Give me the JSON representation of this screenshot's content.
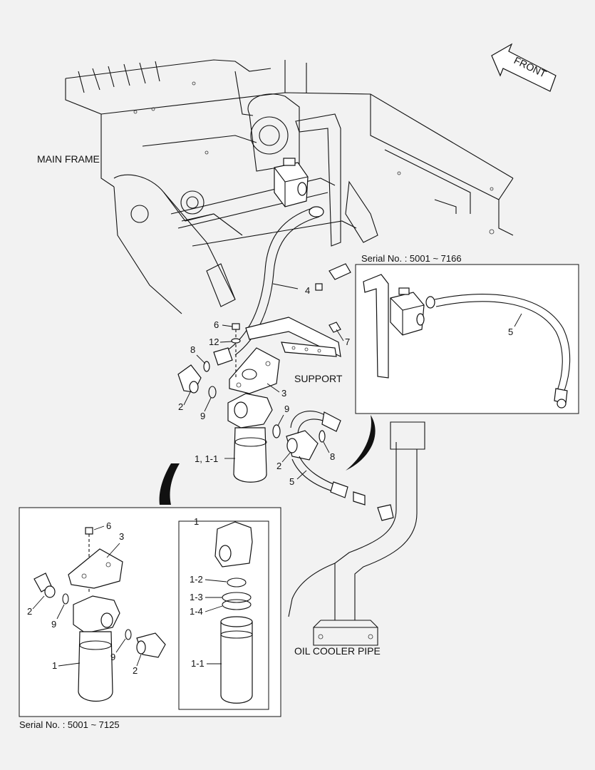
{
  "labels": {
    "front": "FRONT",
    "main_frame": "MAIN FRAME",
    "support": "SUPPORT",
    "oil_cooler_pipe": "OIL COOLER PIPE",
    "serial_inset_right": "Serial No. : 5001 ~ 7166",
    "serial_inset_left": "Serial No. : 5001 ~ 7125"
  },
  "callouts_main": {
    "c4": "4",
    "c6": "6",
    "c12": "12",
    "c7": "7",
    "c8a": "8",
    "c3": "3",
    "c2a": "2",
    "c9a": "9",
    "c9b": "9",
    "c1": "1, 1-1",
    "c2b": "2",
    "c8b": "8",
    "c5": "5"
  },
  "callouts_right_inset": {
    "c5": "5"
  },
  "callouts_left_inset": {
    "c6": "6",
    "c3": "3",
    "c2a": "2",
    "c9a": "9",
    "c1": "1",
    "c9b": "9",
    "c2b": "2"
  },
  "callouts_filter_detail": {
    "title": "1",
    "c12": "1-2",
    "c13": "1-3",
    "c14": "1-4",
    "c11": "1-1"
  }
}
